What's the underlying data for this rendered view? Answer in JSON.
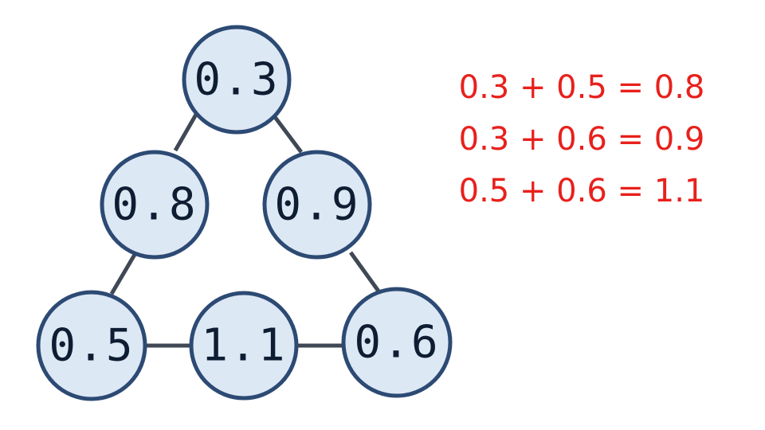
{
  "nodes": {
    "top": "0.3",
    "mid_left": "0.8",
    "mid_right": "0.9",
    "bottom_left": "0.5",
    "bottom_mid": "1.1",
    "bottom_right": "0.6"
  },
  "equations": [
    "0.3 + 0.5 = 0.8",
    "0.3 + 0.6 = 0.9",
    "0.5 + 0.6 = 1.1"
  ],
  "colors": {
    "node_fill": "#dde8f5",
    "node_border": "#2c4a73",
    "node_text": "#0f1d33",
    "edge": "#404855",
    "equation_text": "#e8201c"
  }
}
